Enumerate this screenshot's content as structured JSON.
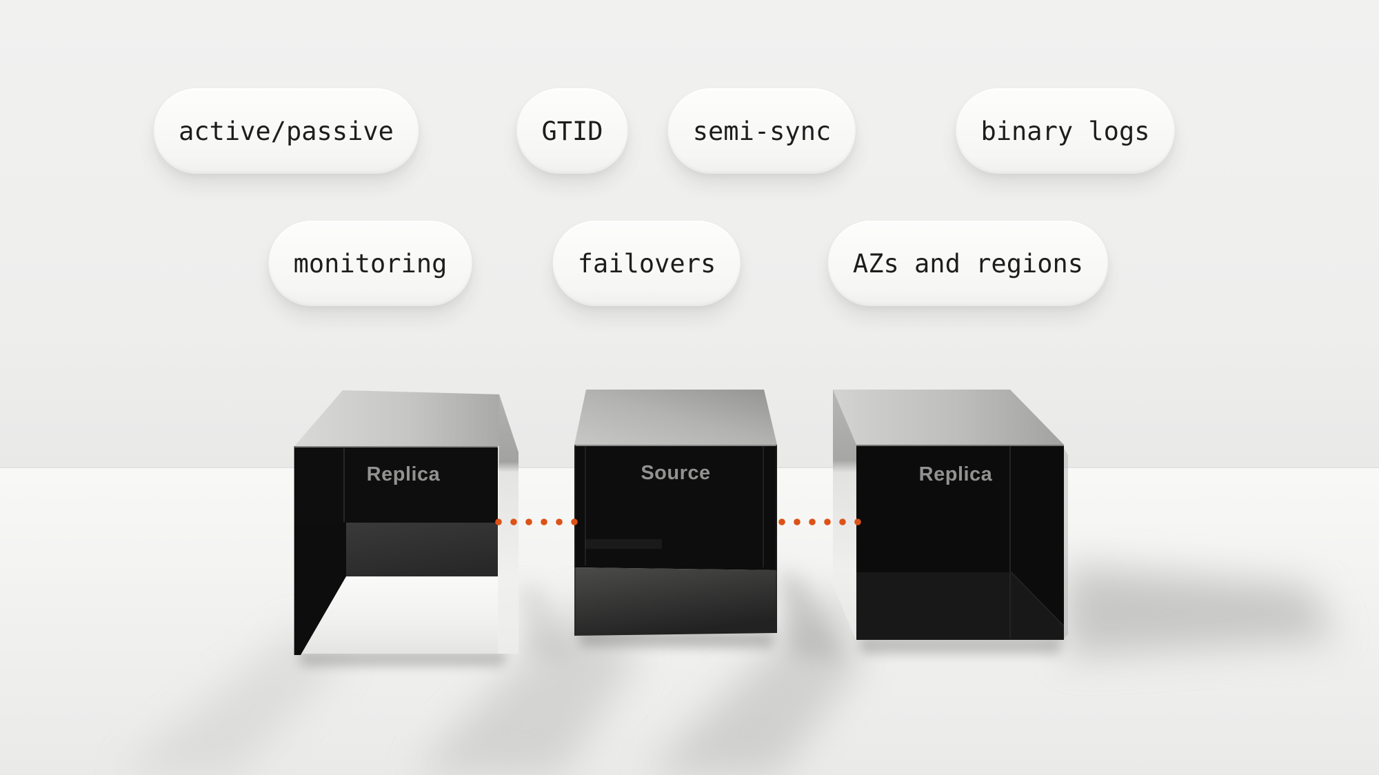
{
  "badges": {
    "row1": [
      "active/passive",
      "GTID",
      "semi-sync",
      "binary logs"
    ],
    "row2": [
      "monitoring",
      "failovers",
      "AZs and regions"
    ]
  },
  "cubes": [
    {
      "label": "Replica"
    },
    {
      "label": "Source"
    },
    {
      "label": "Replica"
    }
  ],
  "connector": {
    "style": "dotted",
    "color": "#dc5217"
  }
}
